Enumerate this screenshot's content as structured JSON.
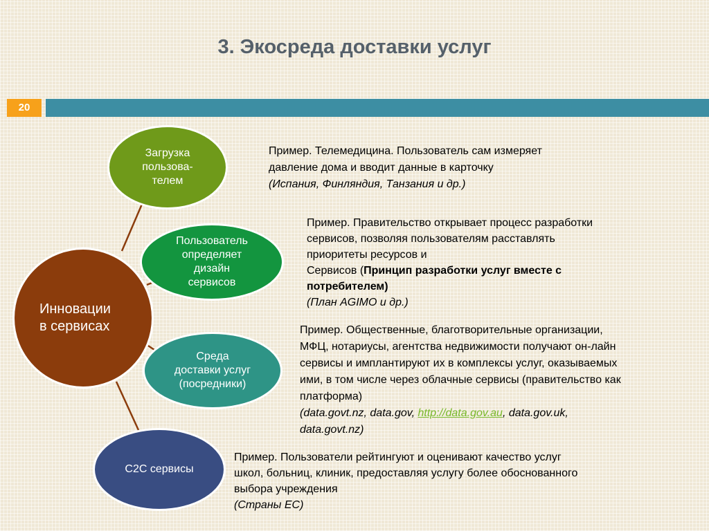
{
  "slide": {
    "title": "3. Экосреда  доставки услуг",
    "number": "20"
  },
  "colors": {
    "accent_orange": "#f7a11a",
    "bar_teal": "#3d8ea3",
    "main_circle": "#8b3c0c",
    "upload_circle": "#6f9a1a",
    "design_circle": "#13953f",
    "env_circle": "#2e9486",
    "c2c_circle": "#394d82"
  },
  "circles": {
    "main": [
      "Инновации",
      "в сервисах"
    ],
    "upload": [
      "Загрузка",
      "пользова-",
      "телем"
    ],
    "design": [
      "Пользователь",
      "определяет",
      "дизайн",
      "сервисов"
    ],
    "env": [
      "Среда",
      "доставки услуг",
      "(посредники)"
    ],
    "c2c": [
      "С2С сервисы"
    ]
  },
  "examples": {
    "telemed": {
      "line1": "Пример. Телемедицина. Пользователь сам измеряет",
      "line2": "давление дома и вводит данные в карточку",
      "note": "(Испания,  Финляндия, Танзания и др.)"
    },
    "codesign": {
      "line1": "Пример. Правительство открывает процесс разработки",
      "line2": "сервисов, позволяя пользователям расставлять",
      "line3": "приоритеты ресурсов и",
      "line4_prefix": "Сервисов (",
      "bold1": "Принцип разработки услуг вместе с",
      "bold2": "потребителем)",
      "note": "(План AGIMO и др.)"
    },
    "intermediaries": {
      "line1": "Пример. Общественные, благотворительные  организации,",
      "line2": "МФЦ, нотариусы, агентства недвижимости получают он-лайн",
      "line3": "сервисы и имплантируют их  в комплексы услуг, оказываемых",
      "line4": "ими, в том числе через облачные сервисы (правительство как",
      "line5": "платформа)",
      "note_prefix": "(data.govt.nz, data.gov, ",
      "link": "http://data.gov.au",
      "note_suffix": ", data.gov.uk,",
      "note_line2": "data.govt.nz)"
    },
    "c2c": {
      "line1": "Пример.  Пользователи рейтингуют и оценивают качество услуг",
      "line2": "школ, больниц, клиник, предоставляя услугу более обоснованного",
      "line3": "выбора учреждения",
      "note": "(Страны ЕС)"
    }
  }
}
